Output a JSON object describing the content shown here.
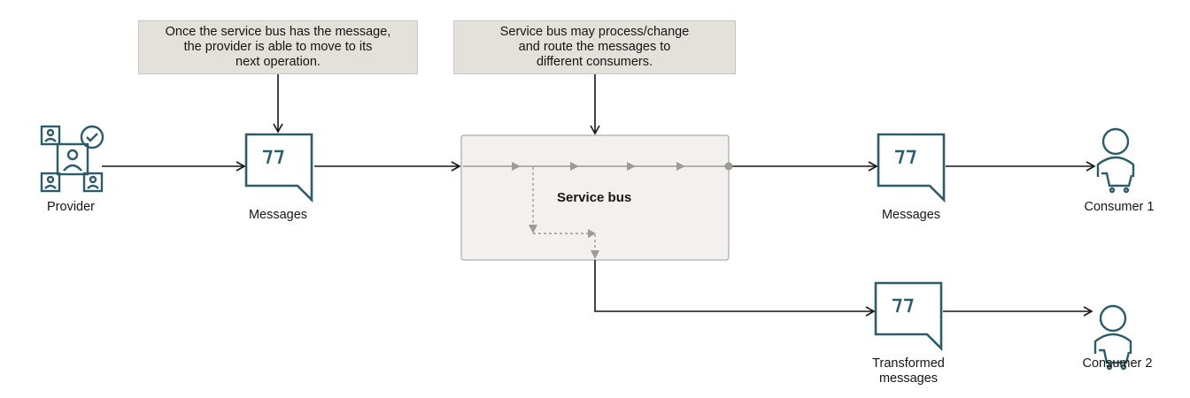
{
  "notes": {
    "provider_note": "Once the service bus has the message,\nthe provider is able to move to its\nnext operation.",
    "bus_note": "Service bus may process/change\nand route the messages to\ndifferent consumers."
  },
  "labels": {
    "provider": "Provider",
    "messages_in": "Messages",
    "service_bus": "Service bus",
    "messages_out": "Messages",
    "transformed": "Transformed\nmessages",
    "consumer1": "Consumer 1",
    "consumer2": "Consumer 2"
  },
  "colors": {
    "icon": "#2b5c6a",
    "note_fill": "#e4e1dc",
    "bus_fill": "#f2f1ef",
    "flow_line": "#9e9a94",
    "arrow_line": "#161513"
  }
}
